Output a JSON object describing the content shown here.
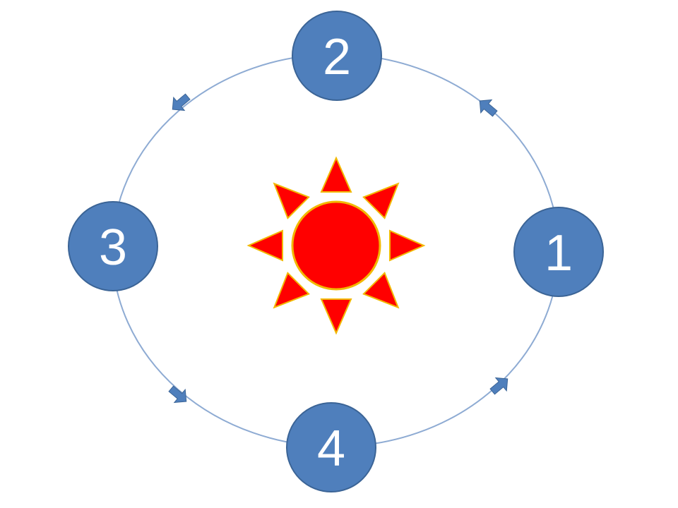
{
  "diagram": {
    "colors": {
      "background": "#ffffff",
      "orbit_line": "#8eabd3",
      "node_fill": "#4f7fbc",
      "node_stroke": "#3b6496",
      "node_text": "#ffffff",
      "arrow_fill": "#4f7fbc",
      "arrow_stroke": "#3b6496",
      "sun_fill": "#ff0000",
      "sun_stroke": "#f2b800"
    },
    "nodes": [
      {
        "label": "1",
        "name": "orbit-node-1"
      },
      {
        "label": "2",
        "name": "orbit-node-2"
      },
      {
        "label": "3",
        "name": "orbit-node-3"
      },
      {
        "label": "4",
        "name": "orbit-node-4"
      }
    ],
    "direction": "counterclockwise",
    "center_icon": "sun-icon"
  }
}
